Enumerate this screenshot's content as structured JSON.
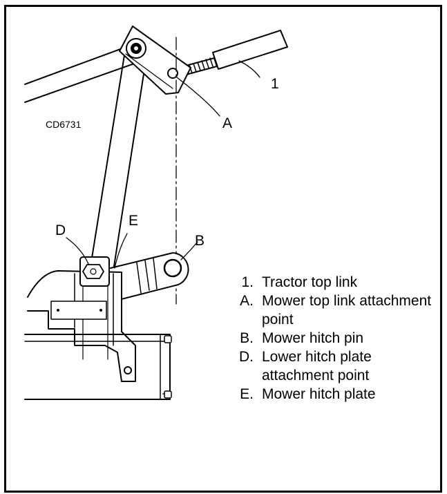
{
  "figure": {
    "code": "CD6731",
    "callouts": {
      "one": "1",
      "a": "A",
      "b": "B",
      "d": "D",
      "e": "E"
    }
  },
  "legend": {
    "items": [
      {
        "key": "1.",
        "text": "Tractor top link"
      },
      {
        "key": "A.",
        "text": "Mower top link attachment point"
      },
      {
        "key": "B.",
        "text": "Mower hitch pin"
      },
      {
        "key": "D.",
        "text": "Lower hitch plate attachment point"
      },
      {
        "key": "E.",
        "text": "Mower hitch plate"
      }
    ]
  }
}
